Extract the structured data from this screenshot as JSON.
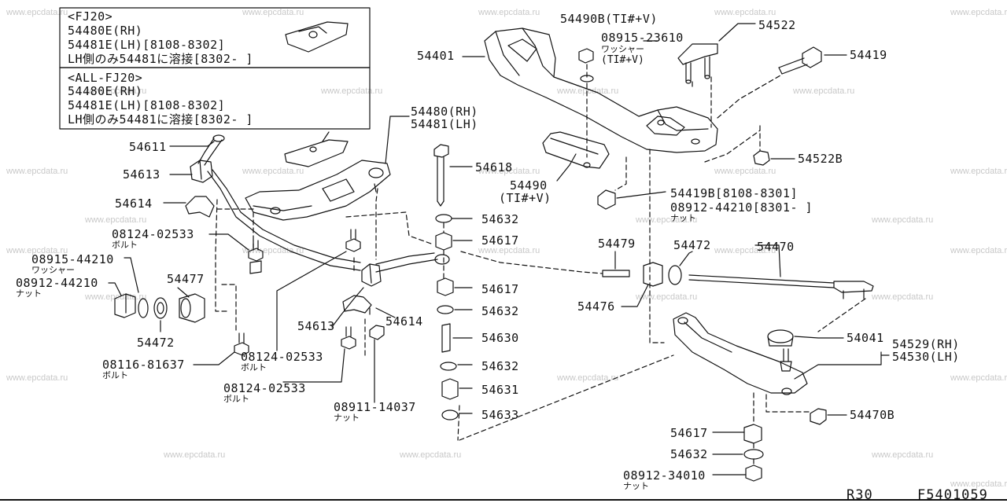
{
  "watermark": "www.epcdata.ru",
  "notes": {
    "box1": [
      "<FJ20>",
      "54480E(RH)",
      "54481E(LH)[8108-8302]",
      "LH側のみ54481に溶接[8302-   ]"
    ],
    "box2": [
      "<ALL-FJ20>",
      "54480E(RH)",
      "54481E(LH)[8108-8302]",
      "LH側のみ54481に溶接[8302-   ]"
    ]
  },
  "labels": {
    "p54401": "54401",
    "p54490b": "54490B(TI#+V)",
    "p08915_23610": "08915-23610",
    "p08915_23610_sub1": "ワッシャー",
    "p08915_23610_sub2": "(TI#+V)",
    "p54522": "54522",
    "p54419": "54419",
    "p54522b": "54522B",
    "p54480": "54480(RH)",
    "p54481": "54481(LH)",
    "p54611": "54611",
    "p54613a": "54613",
    "p54614a": "54614",
    "p08124_a": "08124-02533",
    "p08124_a_sub": "ボルト",
    "p08915_44210": "08915-44210",
    "p08915_44210_sub": "ワッシャー",
    "p08912_44210": "08912-44210",
    "p08912_44210_sub": "ナット",
    "p54477": "54477",
    "p54472a": "54472",
    "p08116": "08116-81637",
    "p08116_sub": "ボルト",
    "p54613b": "54613",
    "p54614b": "54614",
    "p08124_b": "08124-02533",
    "p08124_b_sub": "ボルト",
    "p08124_c": "08124-02533",
    "p08124_c_sub": "ボルト",
    "p08911": "08911-14037",
    "p08911_sub": "ナット",
    "p54618": "54618",
    "p54490": "54490",
    "p54490_sub": "(TI#+V)",
    "p54632a": "54632",
    "p54617a": "54617",
    "p54617b": "54617",
    "p54632b": "54632",
    "p54630": "54630",
    "p54632c": "54632",
    "p54631": "54631",
    "p54633": "54633",
    "p54419b": "54419B[8108-8301]",
    "p08912_44210b": "08912-44210[8301-   ]",
    "p08912_44210b_sub": "ナット",
    "p54479": "54479",
    "p54472b": "54472",
    "p54470": "54470",
    "p54476": "54476",
    "p54041": "54041",
    "p54529": "54529(RH)",
    "p54530": "54530(LH)",
    "p54470b": "54470B",
    "p54617c": "54617",
    "p54632d": "54632",
    "p08912_34010": "08912-34010",
    "p08912_34010_sub": "ナット"
  },
  "footer": {
    "model": "R30",
    "code": "F5401059"
  }
}
